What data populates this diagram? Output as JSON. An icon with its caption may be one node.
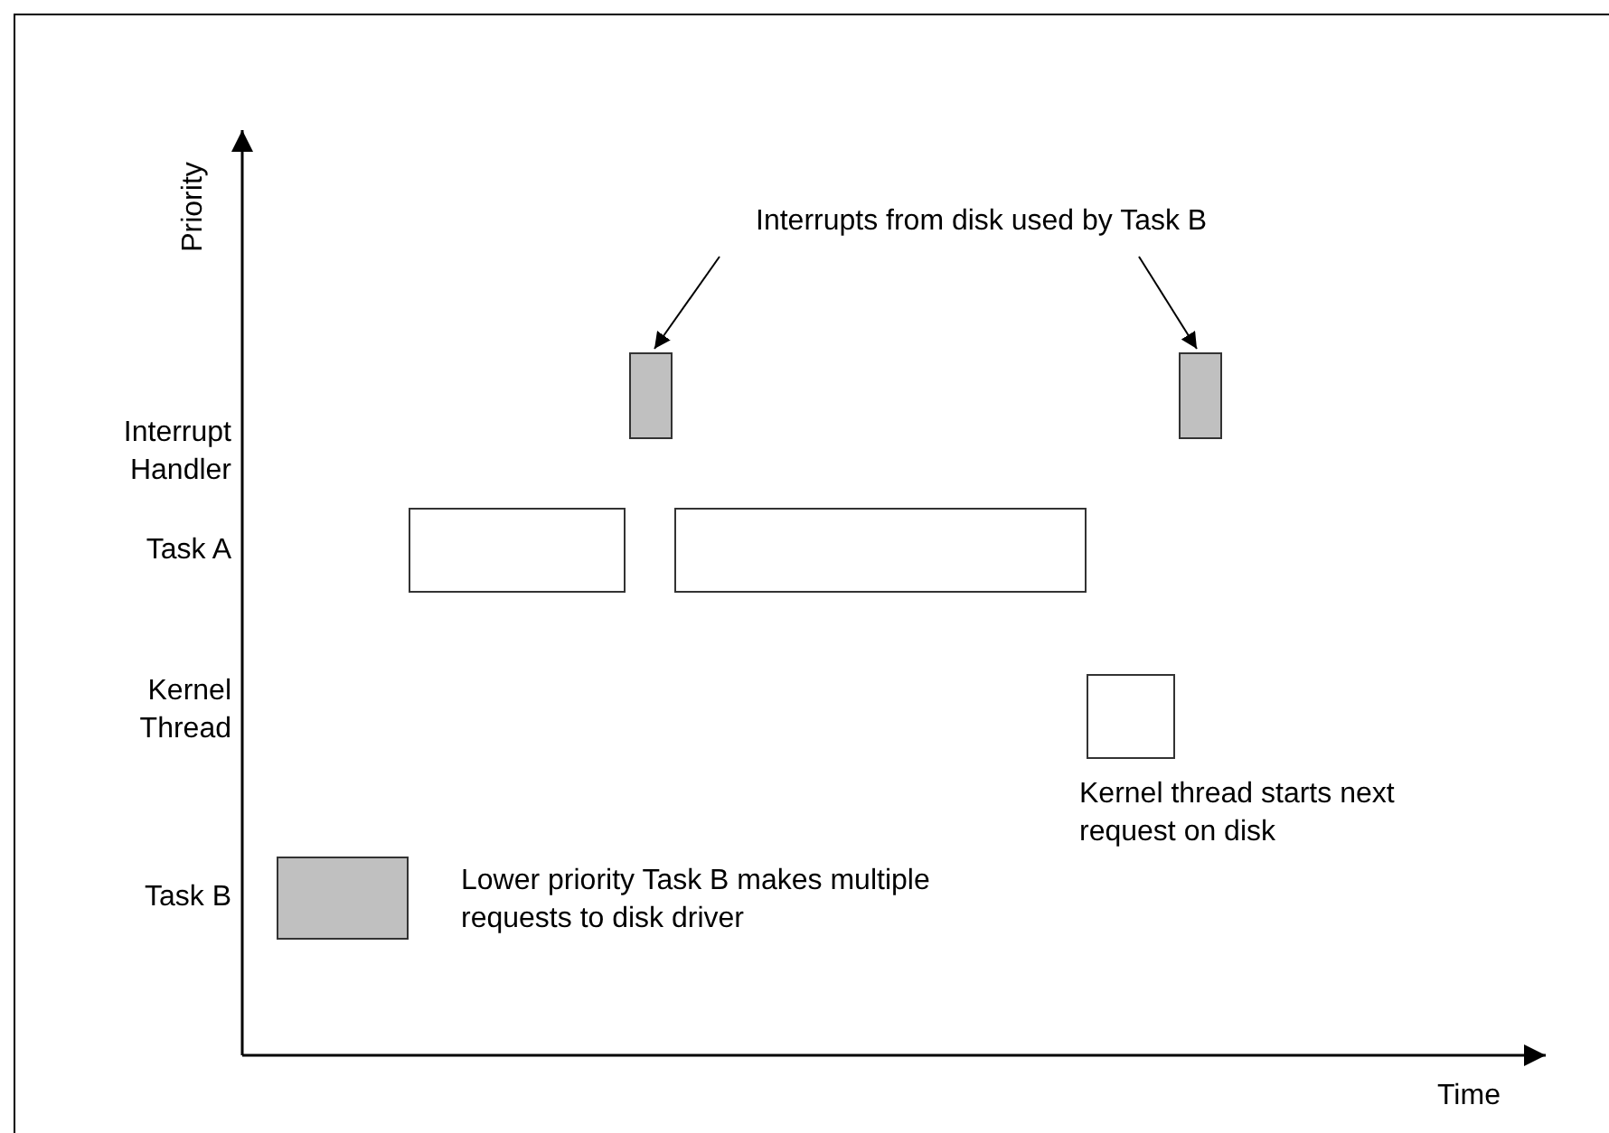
{
  "diagram": {
    "nodes": [
      {
        "text": [
          "Interrupts from disk used by Task B"
        ]
      },
      {
        "text": [],
        "shape": "box"
      },
      {
        "text": [],
        "shape": "box"
      },
      {
        "text": [],
        "shape": "box"
      },
      {
        "text": [],
        "shape": "box"
      },
      {
        "text": [],
        "shape": "box"
      },
      {
        "text": [],
        "shape": "box"
      }
    ],
    "edges": [
      {
        "from": 0,
        "to": 1,
        "arrow": "to"
      },
      {
        "from": 0,
        "to": 2,
        "arrow": "to"
      }
    ],
    "labels": [
      "Priority",
      "Interrupt Handler",
      "Task A",
      "Kernel Thread",
      "Kernel thread starts next request on disk",
      "Task B",
      "Lower priority Task B makes multiple requests to disk driver",
      "Time"
    ]
  }
}
